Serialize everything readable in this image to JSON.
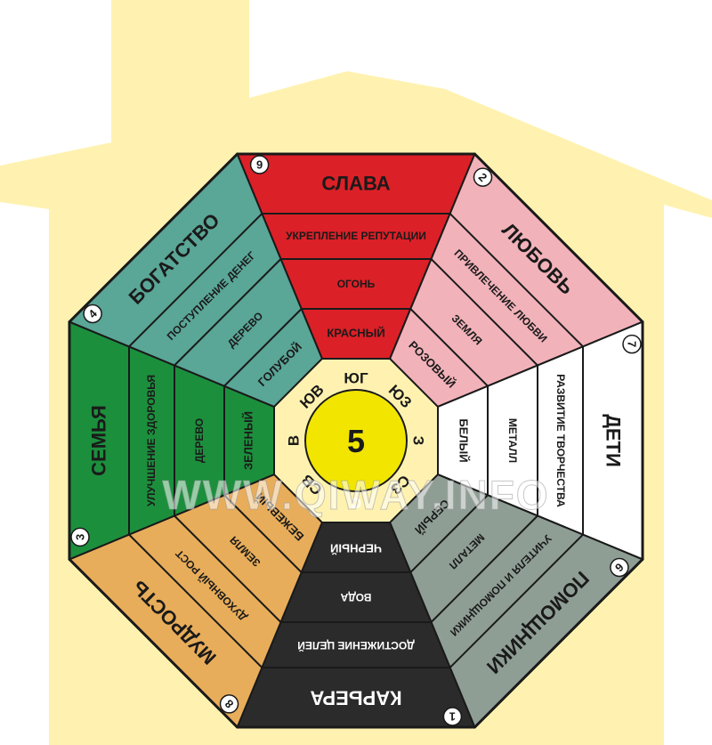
{
  "center": {
    "number": "5"
  },
  "watermark": "WWW.QIWAY.INFO",
  "sectors": [
    {
      "key": "south",
      "number": "9",
      "title": "СЛАВА",
      "lines": [
        "УКРЕПЛЕНИЕ РЕПУТАЦИИ",
        "ОГОНЬ",
        "КРАСНЫЙ"
      ],
      "direction": "ЮГ",
      "color": "#dc2027",
      "text_color": "#1a1a1a"
    },
    {
      "key": "southwest",
      "number": "2",
      "title": "ЛЮБОВЬ",
      "lines": [
        "ПРИВЛЕЧЕНИЕ ЛЮБВИ",
        "ЗЕМЛЯ",
        "РОЗОВЫЙ"
      ],
      "direction": "ЮЗ",
      "color": "#f2b2ba",
      "text_color": "#1a1a1a"
    },
    {
      "key": "west",
      "number": "7",
      "title": "ДЕТИ",
      "lines": [
        "РАЗВИТИЕ ТВОРЧЕСТВА",
        "МЕТАЛЛ",
        "БЕЛЫЙ"
      ],
      "direction": "З",
      "color": "#ffffff",
      "text_color": "#1a1a1a"
    },
    {
      "key": "northwest",
      "number": "6",
      "title": "ПОМОЩНИКИ",
      "lines": [
        "УЧИТЕЛЯ И ПОМОЩНИКИ",
        "МЕТАЛЛ",
        "СЕРЫЙ"
      ],
      "direction": "СЗ",
      "color": "#8f9e95",
      "text_color": "#1a1a1a"
    },
    {
      "key": "north",
      "number": "1",
      "title": "КАРЬЕРА",
      "lines": [
        "ДОСТИЖЕНИЕ ЦЕЛЕЙ",
        "ВОДА",
        "ЧЕРНЫЙ"
      ],
      "direction": "С",
      "color": "#2b2b2b",
      "text_color": "#ffffff"
    },
    {
      "key": "northeast",
      "number": "8",
      "title": "МУДРОСТЬ",
      "lines": [
        "ДУХОВНЫЙ РОСТ",
        "ЗЕМЛЯ",
        "БЕЖЕВЫЙ"
      ],
      "direction": "СВ",
      "color": "#e8ad5a",
      "text_color": "#1a1a1a"
    },
    {
      "key": "east",
      "number": "3",
      "title": "СЕМЬЯ",
      "lines": [
        "УЛУЧШЕНИЕ ЗДОРОВЬЯ",
        "ДЕРЕВО",
        "ЗЕЛЕНЫЙ"
      ],
      "direction": "В",
      "color": "#1c8f3d",
      "text_color": "#1a1a1a"
    },
    {
      "key": "southeast",
      "number": "4",
      "title": "БОГАТСТВО",
      "lines": [
        "ПОСТУПЛЕНИЕ ДЕНЕГ",
        "ДЕРЕВО",
        "ГОЛУБОЙ"
      ],
      "direction": "ЮВ",
      "color": "#5aa697",
      "text_color": "#1a1a1a"
    }
  ],
  "colors": {
    "house": "#fff2b0",
    "center": "#f2e600",
    "outline": "#1a1a1a"
  }
}
